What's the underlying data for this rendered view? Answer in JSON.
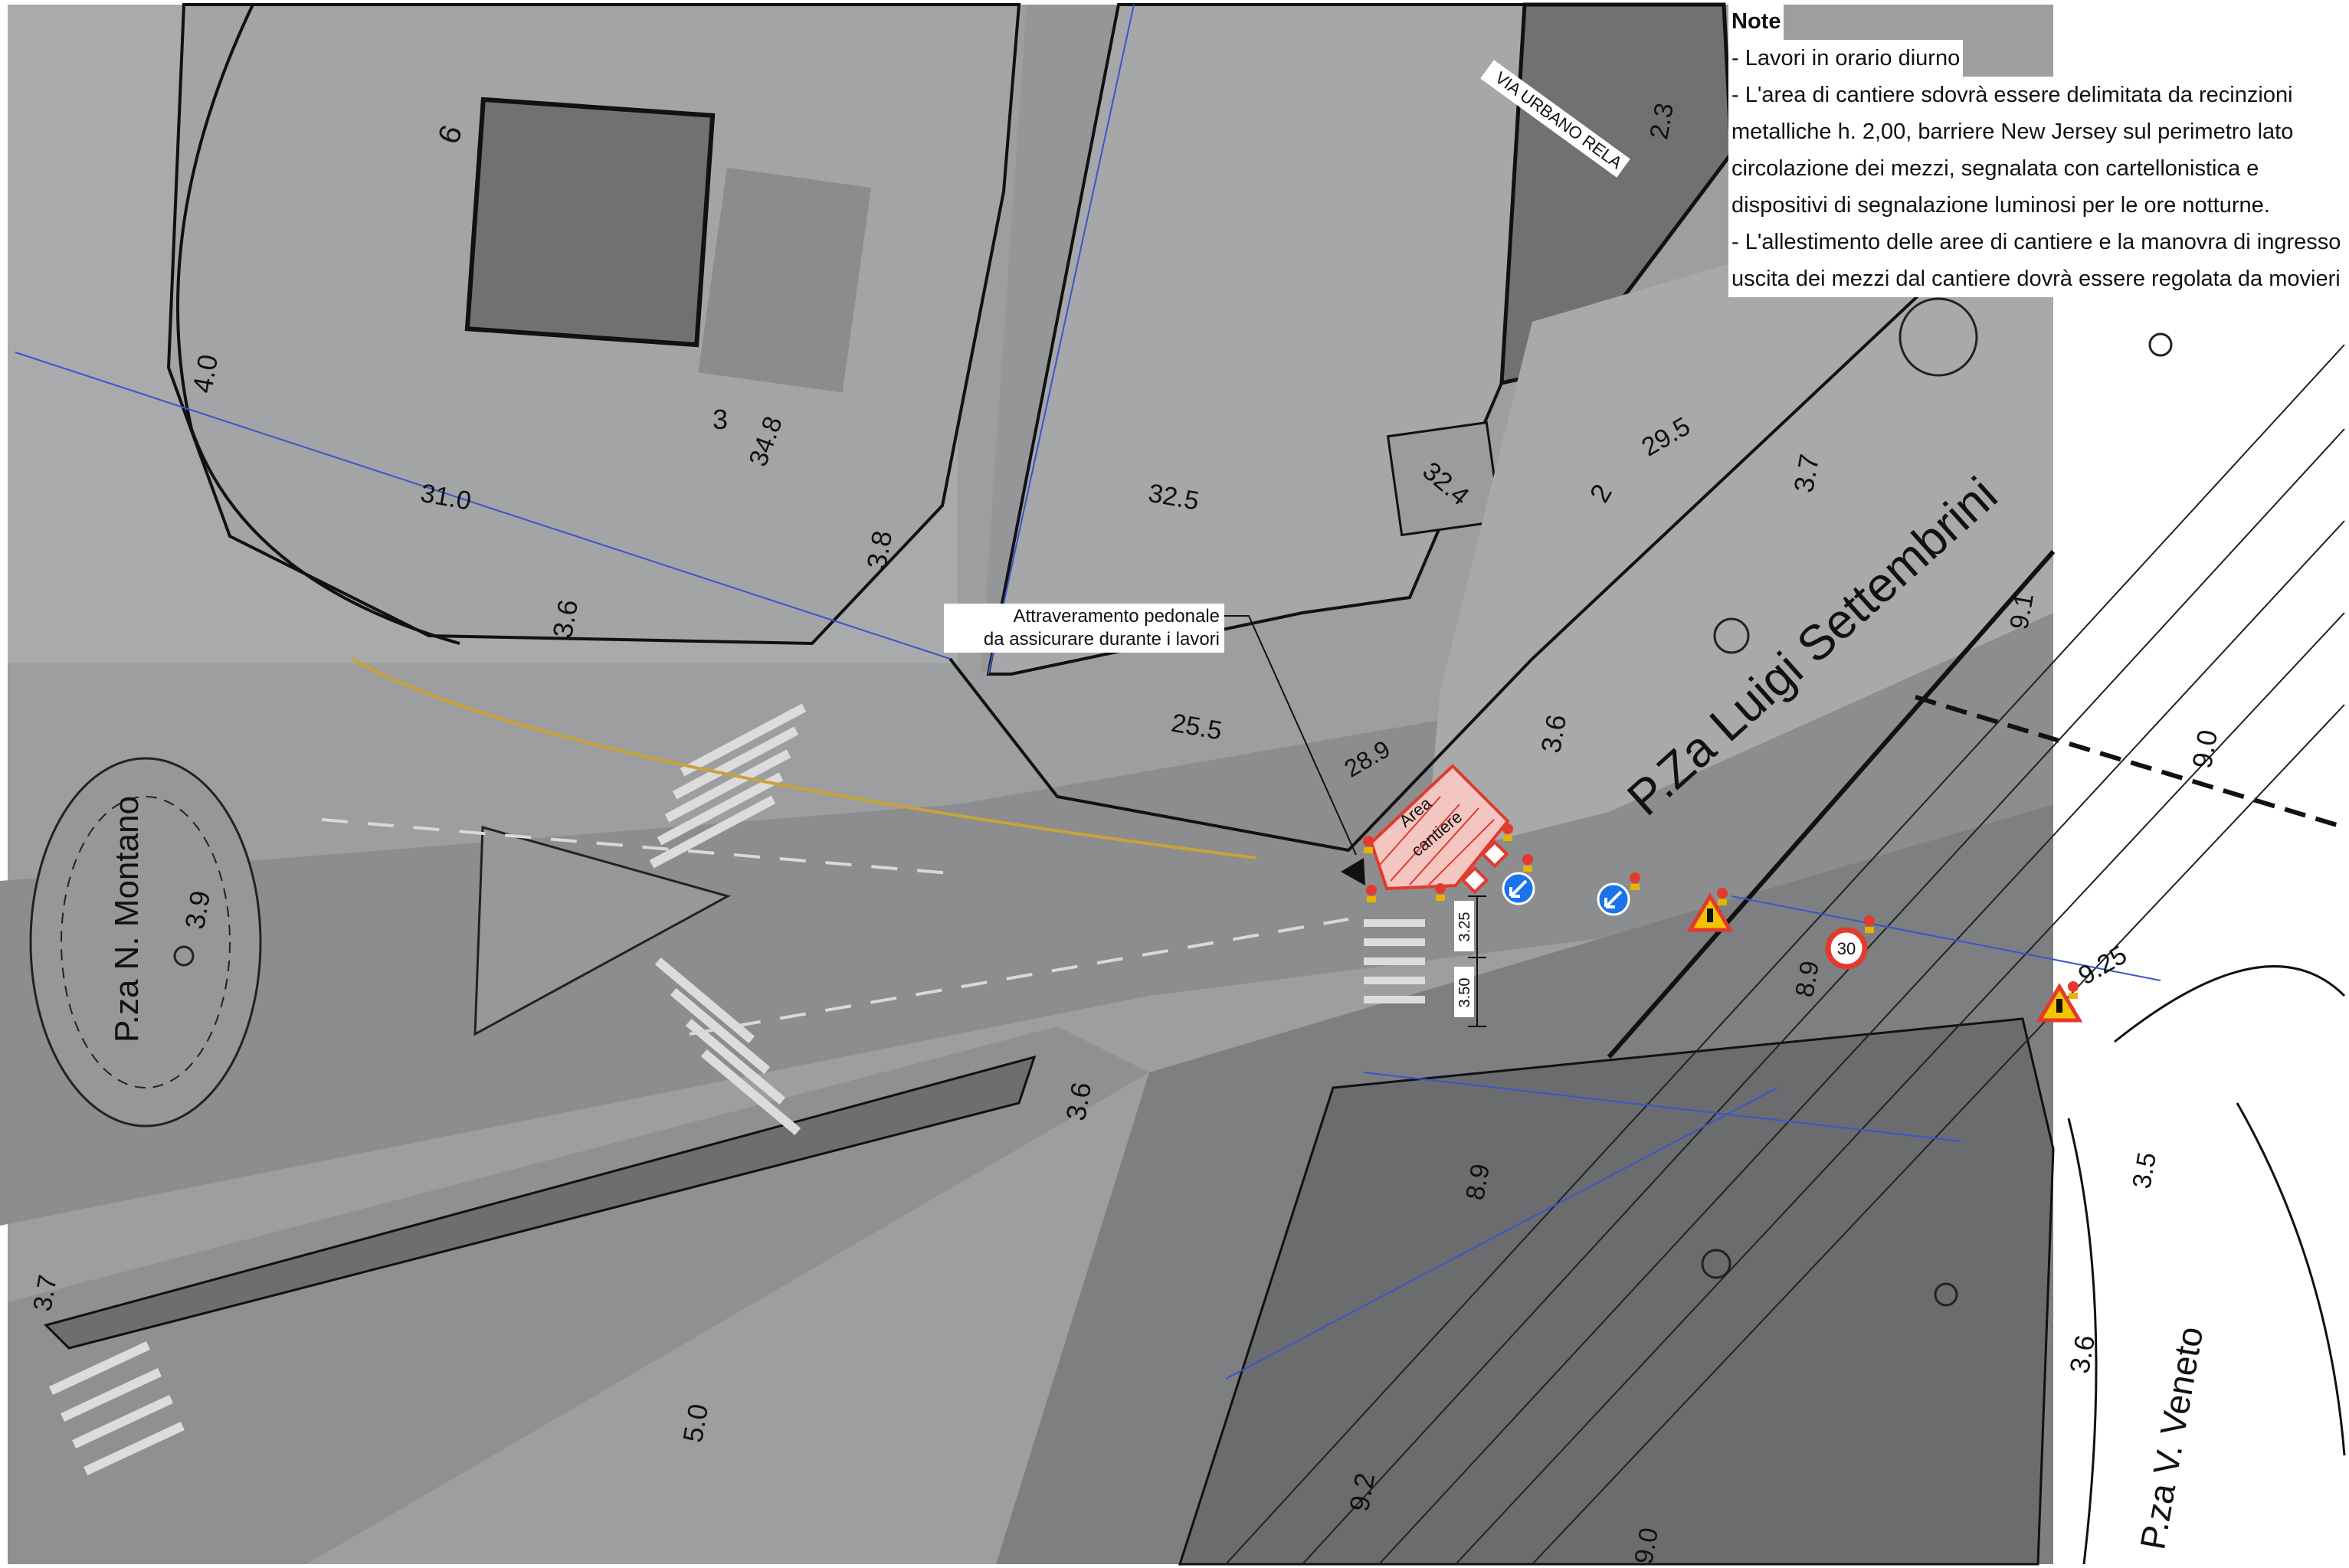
{
  "notes": {
    "title": "Note",
    "lines": [
      "- Lavori in orario diurno",
      "- L'area di cantiere sdovrà essere delimitata da recinzioni",
      "metalliche h. 2,00, barriere New Jersey sul perimetro lato",
      "circolazione dei mezzi,  segnalata con cartellonistica e",
      "dispositivi di segnalazione luminosi per le ore notturne.",
      "- L'allestimento delle aree di cantiere e la manovra di ingresso",
      "uscita dei mezzi dal cantiere dovrà essere regolata da movieri"
    ]
  },
  "callout": {
    "line1": "Attraveramento pedonale",
    "line2": "da assicurare durante i lavori"
  },
  "work_area": {
    "label_line1": "Area",
    "label_line2": "cantiere"
  },
  "dimensions": {
    "upper": "3.25",
    "lower": "3.50"
  },
  "place_names": {
    "montano": "P.za N. Montano",
    "settembrini": "P.Za Luigi Settembrini",
    "veneto": "P.za V. Veneto",
    "via_urbano": "VIA URBANO RELA"
  },
  "heights": [
    "4.0",
    "31.0",
    "34.8",
    "3",
    "3.6",
    "3.8",
    "3.9",
    "32.5",
    "32.4",
    "29.5",
    "25.5",
    "28.9",
    "2",
    "3.7",
    "3.6",
    "9.1",
    "9.0",
    "9.25",
    "8.9",
    "8.9",
    "3.6",
    "3.7",
    "5.0",
    "9.2",
    "9.0",
    "3.5",
    "3.6",
    "2.3",
    "6"
  ],
  "signs": {
    "speed_limit": "30"
  },
  "colors": {
    "road": "#8d8f91",
    "building_dark": "#6e7072",
    "building_roof": "#a9abad",
    "sidewalk": "#b9babb",
    "work_area_red": "#e23a2e",
    "arrow_blue": "#1a73e8",
    "plan_line_blue": "#3a56c9",
    "outline_black": "#111111"
  }
}
